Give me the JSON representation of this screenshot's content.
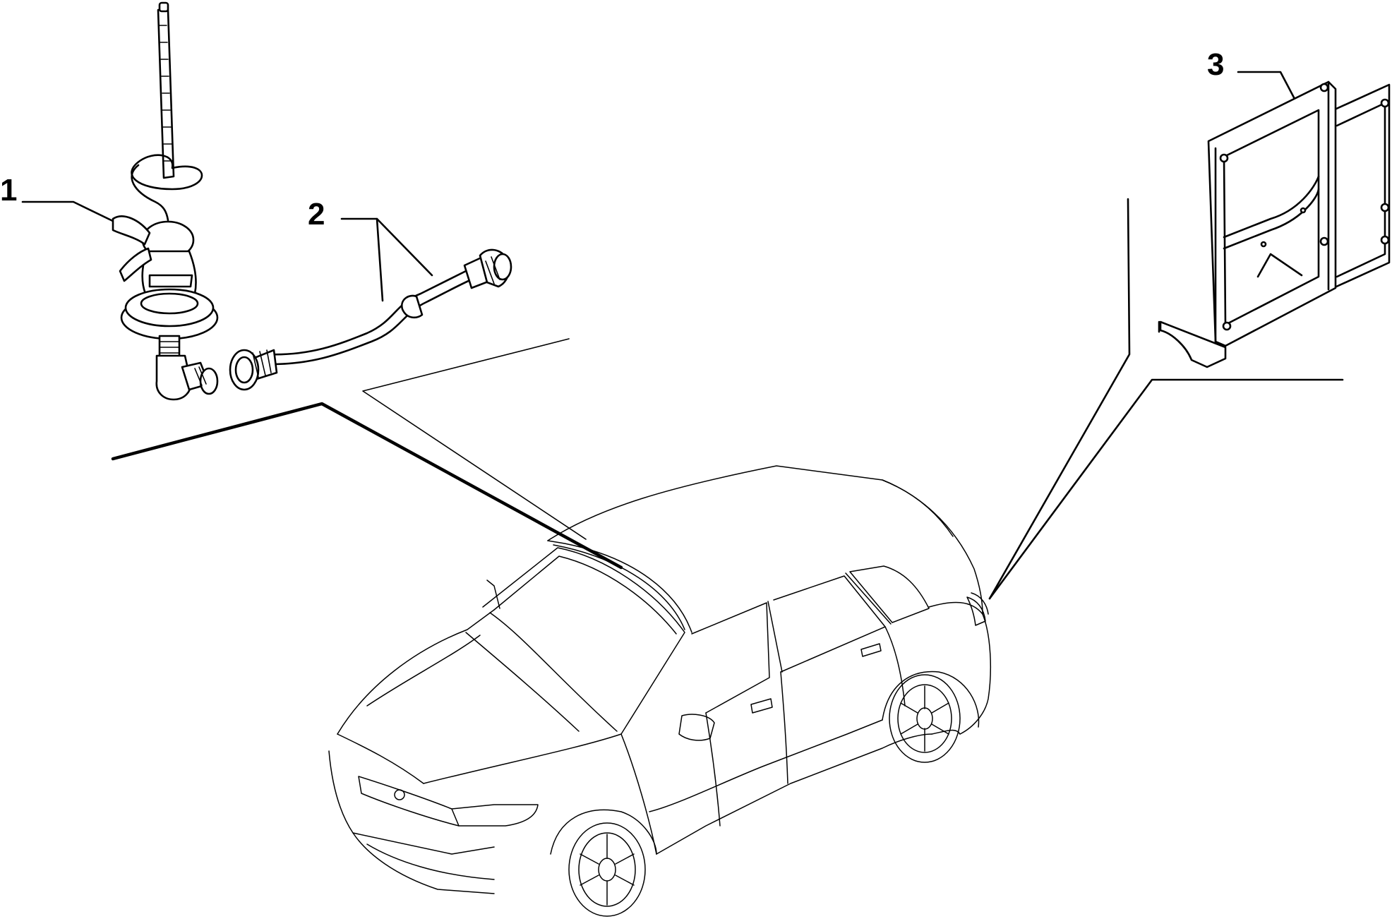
{
  "callouts": [
    {
      "id": "1",
      "label": "1",
      "part": "antenna"
    },
    {
      "id": "2",
      "label": "2",
      "part": "antenna-cable"
    },
    {
      "id": "3",
      "label": "3",
      "part": "mounting-bracket"
    }
  ],
  "colors": {
    "line": "#000000",
    "background": "#ffffff"
  }
}
